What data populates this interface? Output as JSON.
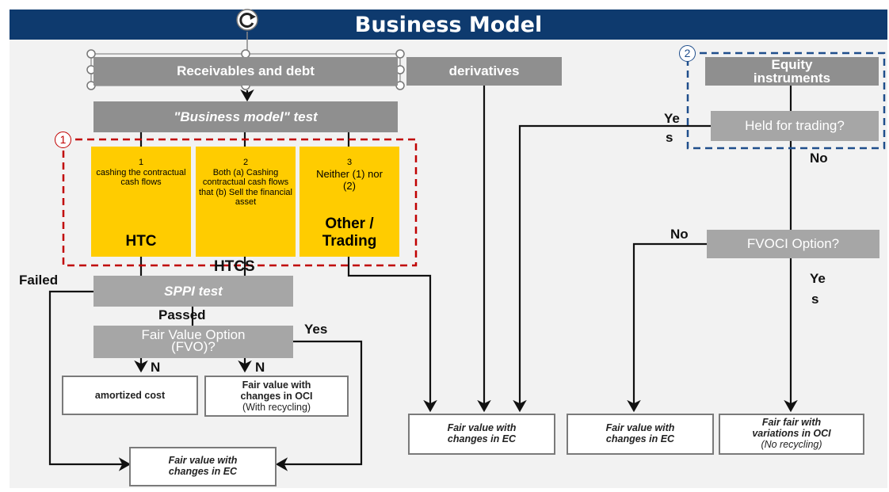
{
  "title": "Business Model",
  "icons": {
    "refresh": "refresh-icon"
  },
  "colors": {
    "header": "#0e3a6e",
    "yellow": "#ffcc00",
    "dashed_red": "#c00000",
    "dashed_blue": "#1f4e8c"
  },
  "nodes": {
    "receivables": "Receivables and debt",
    "derivatives": "derivatives",
    "equity_l1": "Equity",
    "equity_l2": "instruments",
    "bm_test": "\"Business model\" test",
    "htc_num": "1",
    "htc_desc": "cashing the contractual cash flows",
    "htc_label": "HTC",
    "htcs_num": "2",
    "htcs_desc": "Both (a) Cashing contractual cash flows that (b) Sell the financial asset",
    "htcs_label": "HTCS",
    "other_num": "3",
    "other_desc": "Neither (1) nor (2)",
    "other_label": "Other / Trading",
    "sppi": "SPPI test",
    "fvo_l1": "Fair Value Option",
    "fvo_l2": "(FVO)?",
    "held": "Held for trading?",
    "fvoci": "FVOCI Option?"
  },
  "outcomes": {
    "amortized": "amortized cost",
    "fv_oci_1": "Fair value with",
    "fv_oci_2": "changes in OCI",
    "fv_oci_3": "(With recycling)",
    "fv_ec_bottom_1": "Fair value with",
    "fv_ec_bottom_2": "changes in EC",
    "fv_ec_mid_1": "Fair value with",
    "fv_ec_mid_2": "changes in EC",
    "fv_ec_right_1": "Fair value with",
    "fv_ec_right_2": "changes in EC",
    "ff_oci_1": "Fair fair with",
    "ff_oci_2": "variations in OCI",
    "ff_oci_3": "(No recycling)"
  },
  "labels": {
    "failed": "Failed",
    "passed": "Passed",
    "yes_fvo": "Yes",
    "n1": "N",
    "n2": "N",
    "yes_held_1": "Ye",
    "yes_held_2": "s",
    "no_held": "No",
    "no_fvoci": "No",
    "yes_fvoci_1": "Ye",
    "yes_fvoci_2": "s",
    "circle1": "1",
    "circle2": "2"
  }
}
